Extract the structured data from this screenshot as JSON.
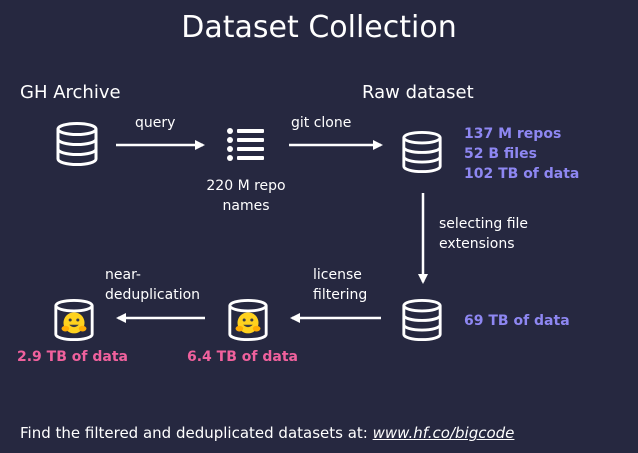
{
  "title": "Dataset Collection",
  "nodes": {
    "gh_archive": "GH Archive",
    "raw_dataset": "Raw dataset"
  },
  "edges": {
    "query": "query",
    "git_clone": "git clone",
    "selecting_line1": "selecting file",
    "selecting_line2": "extensions",
    "license_line1": "license",
    "license_line2": "filtering",
    "dedup_line1": "near-",
    "dedup_line2": "deduplication"
  },
  "repo_names": {
    "line1": "220 M repo",
    "line2": "names"
  },
  "stats": {
    "raw_repos": "137 M repos",
    "raw_files": "52 B files",
    "raw_data": "102 TB of data",
    "ext_data": "69 TB of data",
    "license_data": "6.4 TB of data",
    "dedup_data": "2.9 TB of data"
  },
  "footer": {
    "text": "Find the filtered and deduplicated datasets at: ",
    "link": "www.hf.co/bigcode"
  },
  "colors": {
    "background": "#262840",
    "stat_blue": "#8e87f2",
    "stat_pink": "#f0619d",
    "hf_yellow": "#ffd21e"
  },
  "icons": [
    "database-icon",
    "list-icon",
    "hugging-face-database-icon",
    "arrow-icon"
  ]
}
